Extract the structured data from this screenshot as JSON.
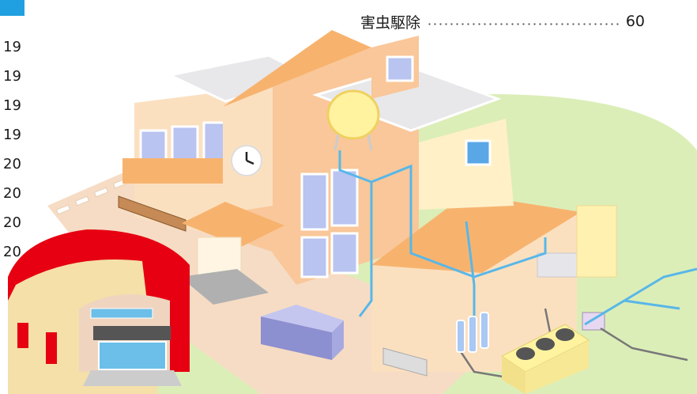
{
  "toc": {
    "entry_label": "害虫駆除",
    "entry_page": "60"
  },
  "margin_page_numbers": [
    "19",
    "19",
    "19",
    "19",
    "20",
    "20",
    "20",
    "20"
  ],
  "colors": {
    "tab_blue": "#20a0e0",
    "ground_green": "#dceeb8",
    "wall_peach": "#f9c79a",
    "wall_light": "#fbe0c0",
    "roof_orange": "#f7b36e",
    "pipe_blue": "#58b7e8",
    "barn_red": "#e60012",
    "tank_yellow": "#fff3a0"
  },
  "icons": {
    "clock": "clock-icon",
    "water_tank": "water-tank-icon",
    "storage_barn": "storage-barn-icon"
  }
}
